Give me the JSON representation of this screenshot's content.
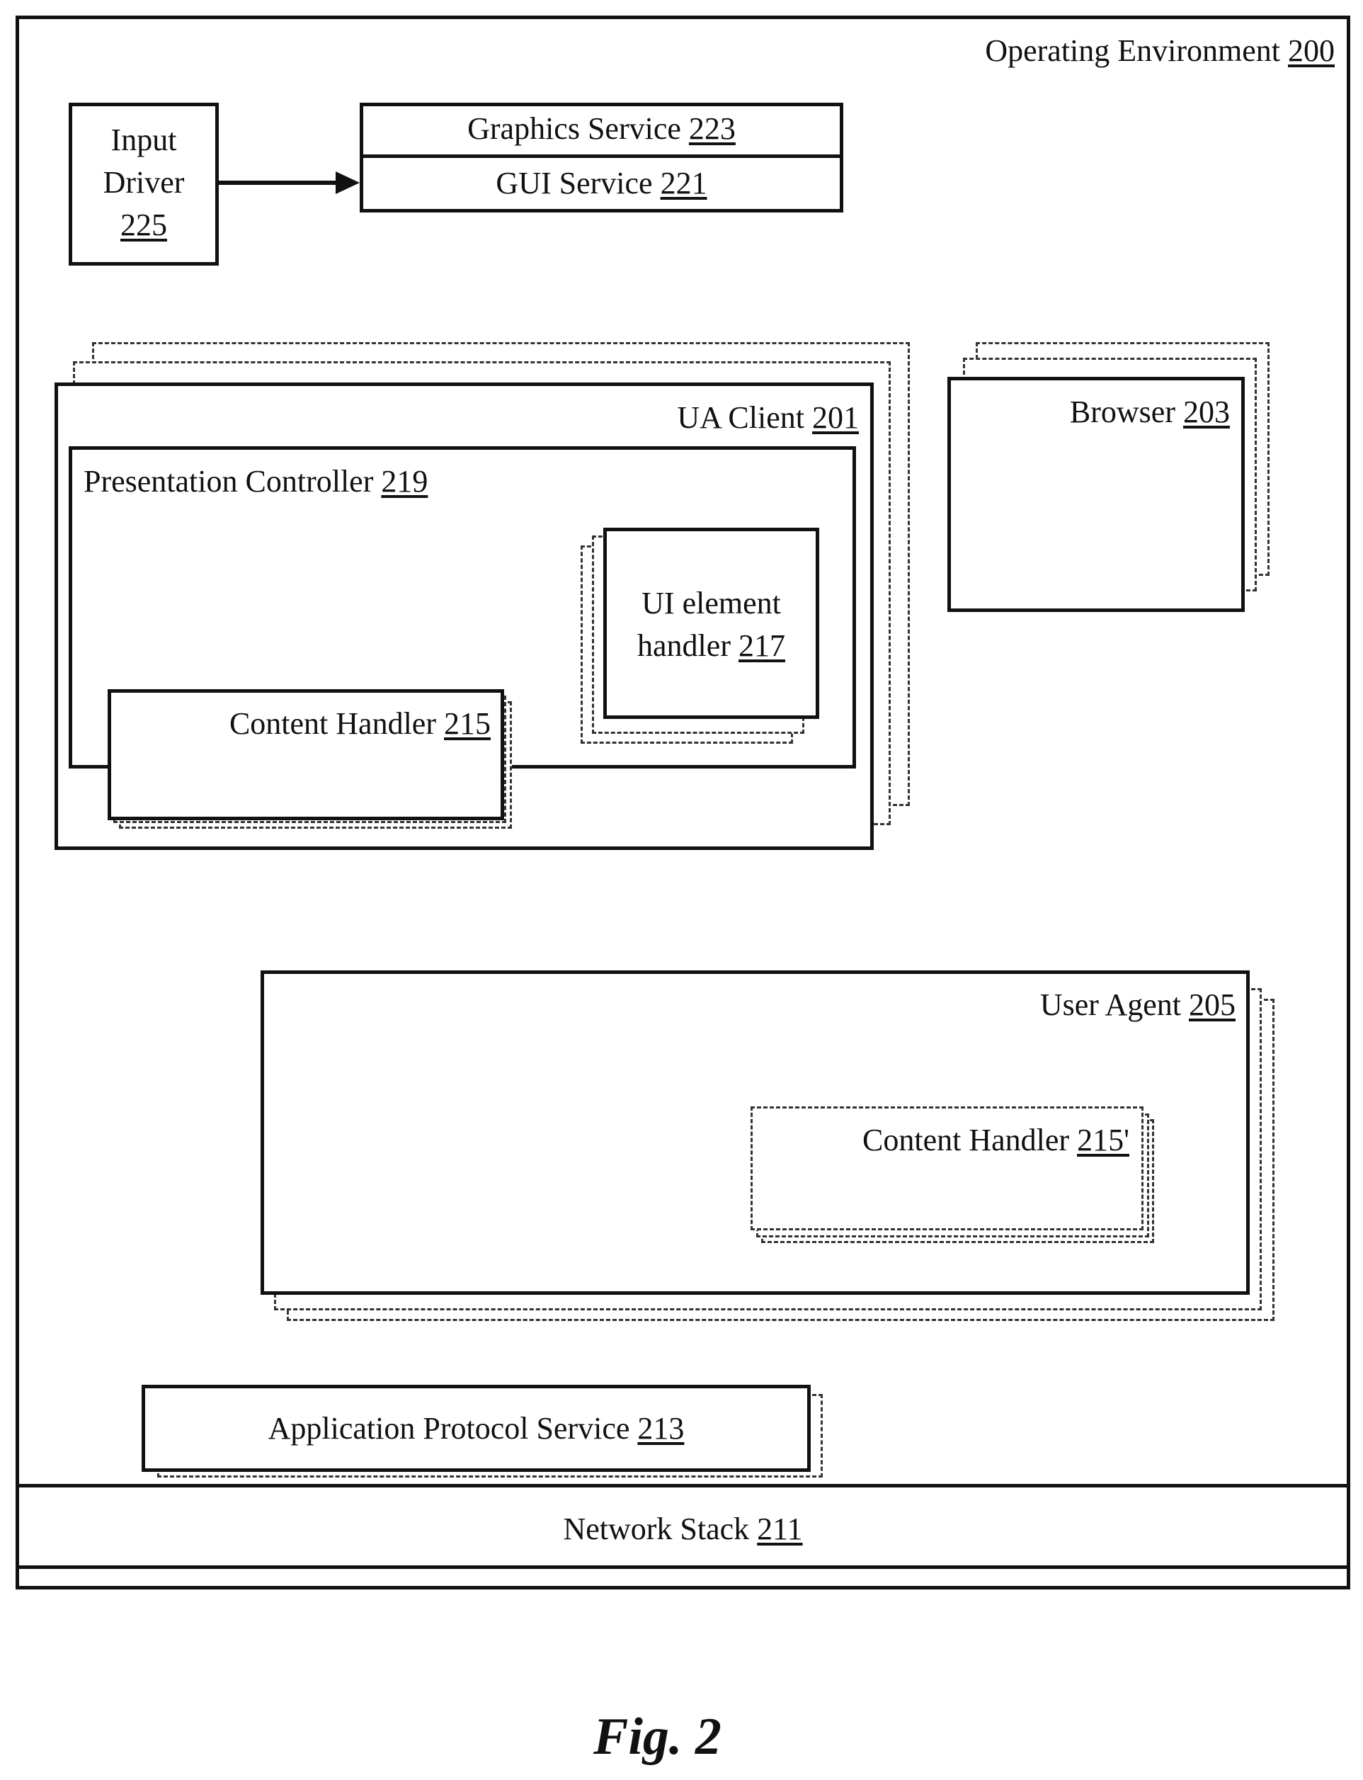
{
  "operating_environment": {
    "label": "Operating Environment",
    "ref": "200"
  },
  "input_driver": {
    "line1": "Input",
    "line2": "Driver",
    "ref": "225"
  },
  "graphics_service": {
    "label": "Graphics Service",
    "ref": "223"
  },
  "gui_service": {
    "label": "GUI Service",
    "ref": "221"
  },
  "ua_client": {
    "label": "UA Client",
    "ref": "201"
  },
  "presentation_controller": {
    "label": "Presentation Controller",
    "ref": "219"
  },
  "ui_element_handler": {
    "line1": "UI element",
    "line2": "handler",
    "ref": "217"
  },
  "content_handler": {
    "label": "Content Handler",
    "ref": "215"
  },
  "browser": {
    "label": "Browser",
    "ref": "203"
  },
  "user_agent": {
    "label": "User Agent",
    "ref": "205"
  },
  "content_handler_prime": {
    "label": "Content Handler",
    "ref": "215'"
  },
  "application_protocol_service": {
    "label": "Application Protocol Service",
    "ref": "213"
  },
  "network_stack": {
    "label": "Network Stack",
    "ref": "211"
  },
  "figure_caption": "Fig. 2"
}
